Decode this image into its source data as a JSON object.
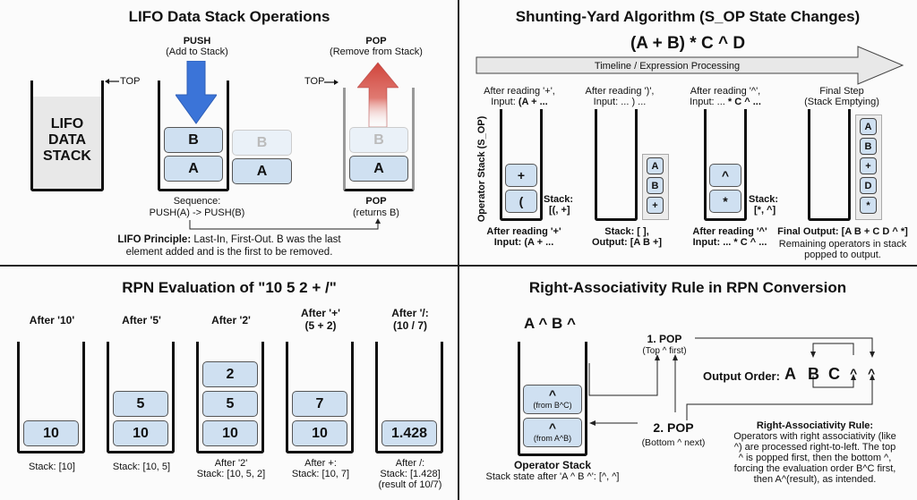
{
  "lifo": {
    "title": "LIFO Data Stack Operations",
    "stack_label": [
      "LIFO",
      "DATA",
      "STACK"
    ],
    "top_label": "TOP",
    "push_title": "PUSH",
    "push_sub": "(Add to Stack)",
    "pop_title": "POP",
    "pop_sub": "(Remove from Stack)",
    "pop_top_label": "TOP",
    "push_stack": [
      "A",
      "B"
    ],
    "ghost_stack": [
      "A",
      "B"
    ],
    "pop_stack": [
      "A",
      "B"
    ],
    "sequence_label": "Sequence:",
    "sequence_value": "PUSH(A) -> PUSH(B)",
    "pop_bottom_title": "POP",
    "pop_bottom_sub": "(returns B)",
    "principle_bold": "LIFO Principle:",
    "principle_line1": " Last-In, First-Out. B was the last",
    "principle_line2": "element added and is the first to be removed.",
    "colors": {
      "push_arrow": "#3b74d8",
      "pop_arrow": "#d0453c",
      "block_fill": "#cfe0f1"
    }
  },
  "shunting": {
    "title": "Shunting-Yard Algorithm (S_OP State Changes)",
    "expression": "(A + B) * C ^ D",
    "timeline_label": "Timeline / Expression Processing",
    "axis_label": "Operator Stack (S_OP)",
    "steps": [
      {
        "header1": "After reading '+',",
        "header2_pre": "Input: ",
        "header2_bold": "(A + ...",
        "stack": [
          "(",
          "+"
        ],
        "side_label1": "Stack:",
        "side_label2": "[(, +]",
        "footer1": "After reading '+'",
        "footer2": "Input: (A + ..."
      },
      {
        "header1": "After reading ')',",
        "header2_pre": "Input: ... ) ...",
        "header2_bold": "",
        "stack": [],
        "output": [
          "A",
          "B",
          "+"
        ],
        "footer1": "Stack: [ ],",
        "footer2": "Output: [A B +]"
      },
      {
        "header1": "After reading '^',",
        "header2_pre": "Input: ... ",
        "header2_bold": "* C ^ ...",
        "stack": [
          "*",
          "^"
        ],
        "side_label1": "Stack:",
        "side_label2": "[*, ^]",
        "footer1": "After reading '^'",
        "footer2": "Input: ... * C ^ ..."
      },
      {
        "header1": "Final Step",
        "header2_pre": "(Stack Emptying)",
        "header2_bold": "",
        "stack": [],
        "output": [
          "A",
          "B",
          "+",
          "D",
          "*"
        ],
        "footer1": "Final Output: [A B + C D ^ *]",
        "footer2": "Remaining operators in stack",
        "footer3": "popped to output."
      }
    ]
  },
  "rpn": {
    "title": "RPN Evaluation of \"10 5 2 + /\"",
    "steps": [
      {
        "header1": "After '10'",
        "header2": "",
        "stack": [
          "10"
        ],
        "caption": [
          "Stack: [10]"
        ]
      },
      {
        "header1": "After '5'",
        "header2": "",
        "stack": [
          "10",
          "5"
        ],
        "caption": [
          "Stack: [10, 5]"
        ]
      },
      {
        "header1": "After '2'",
        "header2": "",
        "stack": [
          "10",
          "5",
          "2"
        ],
        "caption": [
          "After '2'",
          "Stack: [10, 5, 2]"
        ]
      },
      {
        "header1": "After '+'",
        "header2": "(5 + 2)",
        "stack": [
          "10",
          "7"
        ],
        "caption": [
          "After +:",
          "Stack: [10, 7]"
        ]
      },
      {
        "header1": "After '/:",
        "header2": "(10 / 7)",
        "stack": [
          "1.428"
        ],
        "caption": [
          "After /:",
          "Stack: [1.428]",
          "(result of 10/7)"
        ]
      }
    ]
  },
  "assoc": {
    "title": "Right-Associativity Rule in RPN Conversion",
    "expression": "A ^ B ^",
    "stack": [
      {
        "symbol": "^",
        "note": "(from A^B)"
      },
      {
        "symbol": "^",
        "note": "(from B^C)"
      }
    ],
    "stack_title": "Operator Stack",
    "stack_caption": "Stack state after 'A ^ B ^': [^, ^]",
    "pop1_title": "1. POP",
    "pop1_sub": "(Top ^ first)",
    "pop2_title": "2. POP",
    "pop2_sub": "(Bottom ^ next)",
    "output_label": "Output Order:",
    "output_tokens": [
      "A",
      "B",
      "C",
      "^",
      "^"
    ],
    "rule_title": "Right-Associativity Rule:",
    "rule_lines": [
      "Operators with right associativity (like",
      "^) are processed right-to-left. The top",
      "^ is popped first, then the bottom ^,",
      "forcing the evaluation order B^C first,",
      "then A^(result), as intended."
    ]
  }
}
